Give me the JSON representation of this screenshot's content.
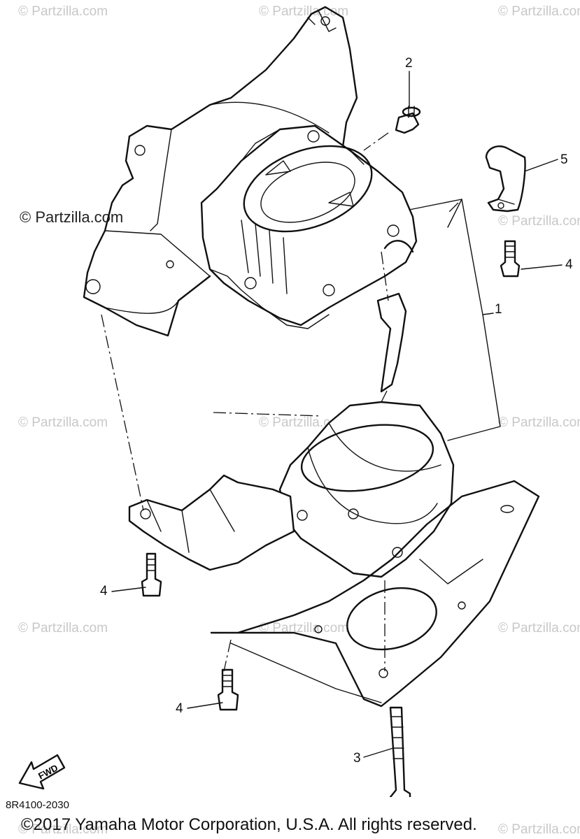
{
  "watermark": {
    "text": "© Partzilla.com"
  },
  "callouts": {
    "c1": "1",
    "c2": "2",
    "c3": "3",
    "c4a": "4",
    "c4b": "4",
    "c4c": "4",
    "c5": "5"
  },
  "fwd_label": "FWD",
  "diagram_code": "8R4100-2030",
  "copyright": "©2017  Yamaha Motor Corporation, U.S.A. All rights reserved."
}
